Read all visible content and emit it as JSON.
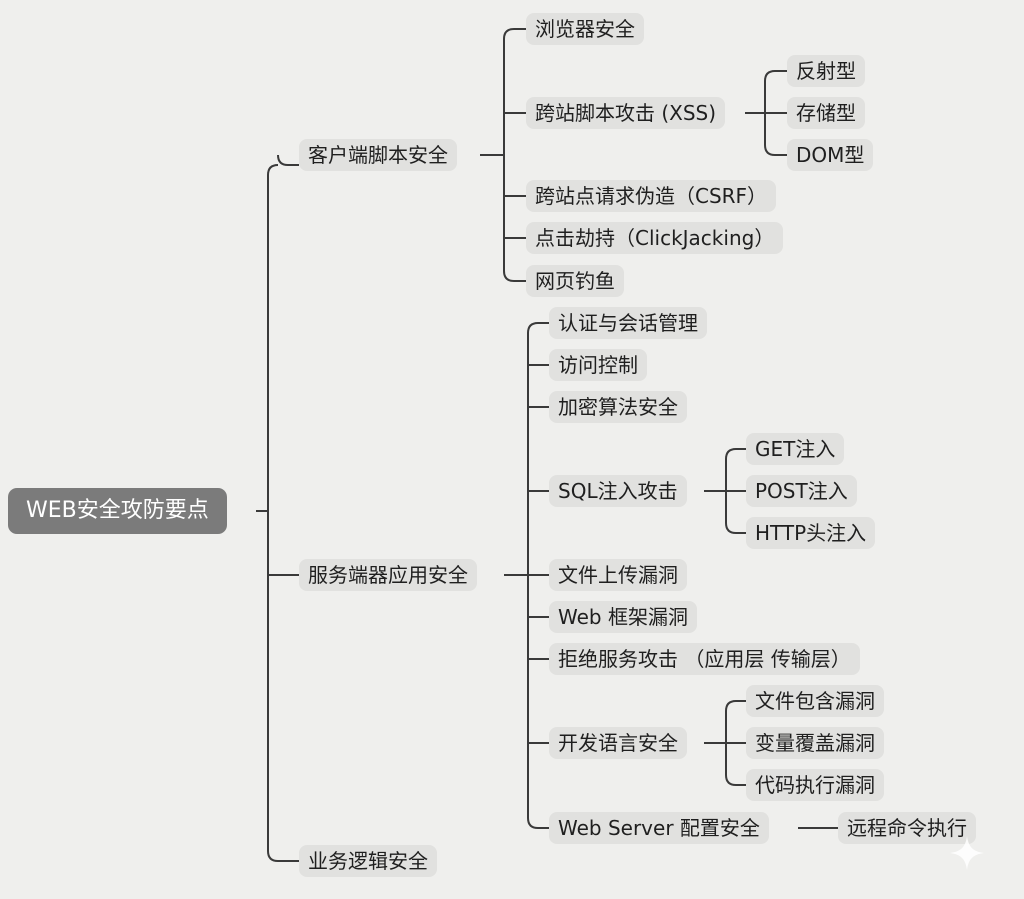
{
  "mindmap": {
    "root": "WEB安全攻防要点",
    "client": {
      "label": "客户端脚本安全",
      "children": [
        "浏览器安全",
        "跨站脚本攻击 (XSS)",
        "跨站点请求伪造（CSRF）",
        "点击劫持（ClickJacking）",
        "网页钓鱼"
      ],
      "xss_children": [
        "反射型",
        "存储型",
        "DOM型"
      ]
    },
    "server": {
      "label": "服务端器应用安全",
      "children": [
        "认证与会话管理",
        "访问控制",
        "加密算法安全",
        "SQL注入攻击",
        "文件上传漏洞",
        "Web 框架漏洞",
        "拒绝服务攻击 （应用层 传输层）",
        "开发语言安全",
        "Web Server 配置安全"
      ],
      "sql_children": [
        "GET注入",
        "POST注入",
        "HTTP头注入"
      ],
      "lang_children": [
        "文件包含漏洞",
        "变量覆盖漏洞",
        "代码执行漏洞"
      ],
      "webserver_children": [
        "远程命令执行"
      ]
    },
    "business": {
      "label": "业务逻辑安全"
    }
  },
  "colors": {
    "background": "#efefed",
    "node": "#e1e1df",
    "root": "#7b7b7b",
    "line": "#3a3a3a"
  }
}
